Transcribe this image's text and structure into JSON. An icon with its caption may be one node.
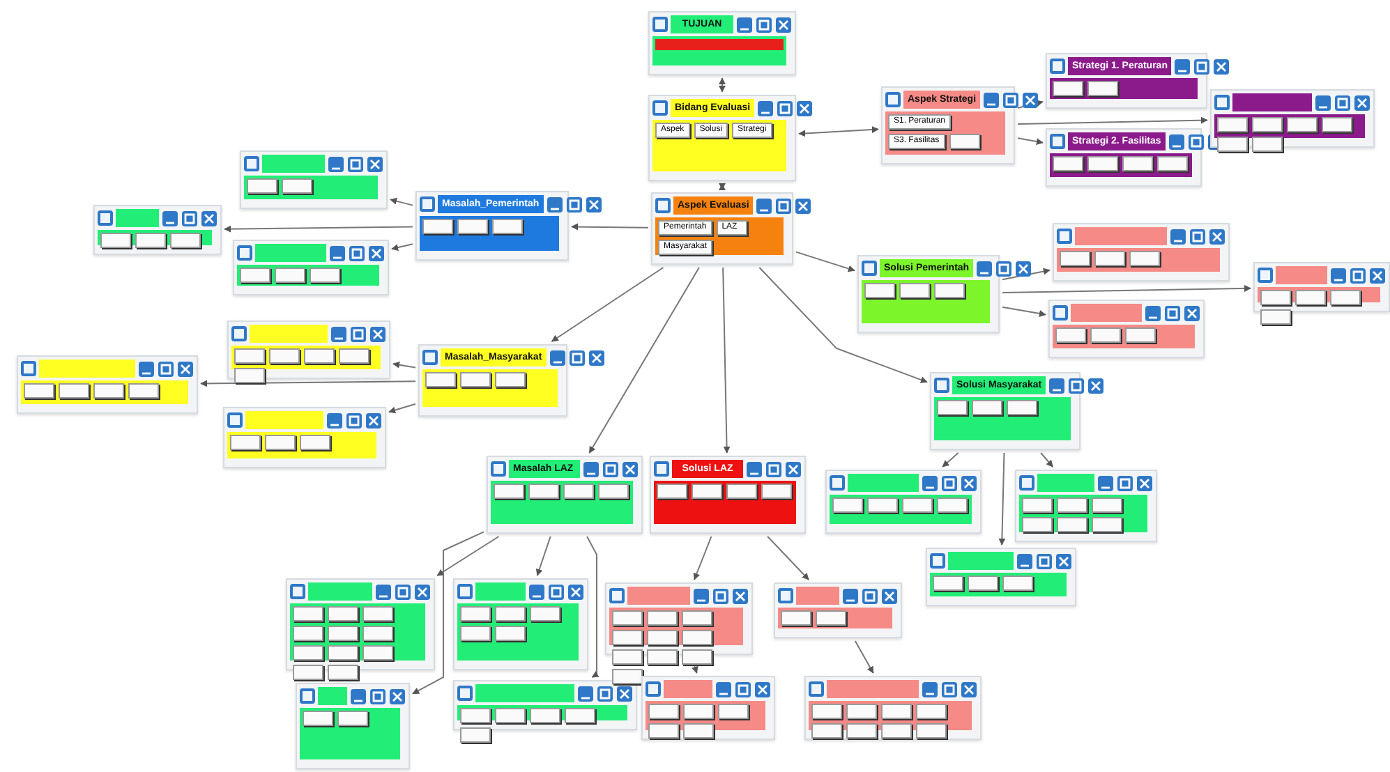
{
  "diagram": {
    "nodes": [
      {
        "text": [
          "TUJUAN"
        ]
      },
      {
        "text": [
          "Bidang Evaluasi",
          "Aspek",
          "Solusi",
          "Strategi"
        ]
      },
      {
        "text": [
          "Aspek Evaluasi",
          "Pemerintah",
          "LAZ",
          "Masyarakat"
        ]
      },
      {
        "text": [
          "Aspek Strategi",
          "S1. Peraturan",
          "S3. Fasilitas"
        ]
      },
      {
        "text": [
          "Strategi 1. Peraturan"
        ]
      },
      {
        "text": [
          "Strategi 2. Fasilitas"
        ]
      },
      {
        "text": [],
        "shape": "box"
      },
      {
        "text": [
          "Masalah_Pemerintah"
        ]
      },
      {
        "text": [],
        "shape": "box"
      },
      {
        "text": [],
        "shape": "box"
      },
      {
        "text": [],
        "shape": "box"
      },
      {
        "text": [
          "Masalah_Masyarakat"
        ]
      },
      {
        "text": [],
        "shape": "box"
      },
      {
        "text": [],
        "shape": "box"
      },
      {
        "text": [],
        "shape": "box"
      },
      {
        "text": [
          "Solusi Pemerintah"
        ]
      },
      {
        "text": [],
        "shape": "box"
      },
      {
        "text": [],
        "shape": "box"
      },
      {
        "text": [],
        "shape": "box"
      },
      {
        "text": [
          "Solusi Masyarakat"
        ]
      },
      {
        "text": [],
        "shape": "box"
      },
      {
        "text": [],
        "shape": "box"
      },
      {
        "text": [],
        "shape": "box"
      },
      {
        "text": [
          "Masalah LAZ"
        ]
      },
      {
        "text": [
          "Solusi LAZ"
        ]
      },
      {
        "text": [],
        "shape": "box"
      },
      {
        "text": [],
        "shape": "box"
      },
      {
        "text": [],
        "shape": "box"
      },
      {
        "text": [],
        "shape": "box"
      },
      {
        "text": [],
        "shape": "box"
      },
      {
        "text": [],
        "shape": "box"
      },
      {
        "text": [],
        "shape": "box"
      },
      {
        "text": [],
        "shape": "box"
      }
    ],
    "edges": [
      {
        "from": 0,
        "to": 1,
        "arrow": "both"
      },
      {
        "from": 1,
        "to": 2,
        "arrow": "both"
      },
      {
        "from": 1,
        "to": 3,
        "arrow": "both"
      },
      {
        "from": 3,
        "to": 4,
        "arrow": "to"
      },
      {
        "from": 3,
        "to": 5,
        "arrow": "to"
      },
      {
        "from": 3,
        "to": 6,
        "arrow": "to"
      },
      {
        "from": 2,
        "to": 7,
        "arrow": "to"
      },
      {
        "from": 7,
        "to": 8,
        "arrow": "to"
      },
      {
        "from": 7,
        "to": 9,
        "arrow": "to"
      },
      {
        "from": 7,
        "to": 10,
        "arrow": "to"
      },
      {
        "from": 2,
        "to": 11,
        "arrow": "to"
      },
      {
        "from": 11,
        "to": 12,
        "arrow": "to"
      },
      {
        "from": 11,
        "to": 13,
        "arrow": "to"
      },
      {
        "from": 11,
        "to": 14,
        "arrow": "to"
      },
      {
        "from": 2,
        "to": 15,
        "arrow": "to"
      },
      {
        "from": 15,
        "to": 16,
        "arrow": "to"
      },
      {
        "from": 15,
        "to": 17,
        "arrow": "to"
      },
      {
        "from": 15,
        "to": 18,
        "arrow": "to"
      },
      {
        "from": 2,
        "to": 19,
        "arrow": "to"
      },
      {
        "from": 19,
        "to": 20,
        "arrow": "to"
      },
      {
        "from": 19,
        "to": 21,
        "arrow": "to"
      },
      {
        "from": 19,
        "to": 22,
        "arrow": "to"
      },
      {
        "from": 2,
        "to": 23,
        "arrow": "to"
      },
      {
        "from": 2,
        "to": 24,
        "arrow": "to"
      },
      {
        "from": 23,
        "to": 25,
        "arrow": "to"
      },
      {
        "from": 23,
        "to": 26,
        "arrow": "to"
      },
      {
        "from": 23,
        "to": 27,
        "arrow": "to"
      },
      {
        "from": 23,
        "to": 28,
        "arrow": "to"
      },
      {
        "from": 24,
        "to": 29,
        "arrow": "to"
      },
      {
        "from": 24,
        "to": 30,
        "arrow": "to"
      },
      {
        "from": 29,
        "to": 31,
        "arrow": "to"
      },
      {
        "from": 30,
        "to": 32,
        "arrow": "to"
      }
    ]
  }
}
